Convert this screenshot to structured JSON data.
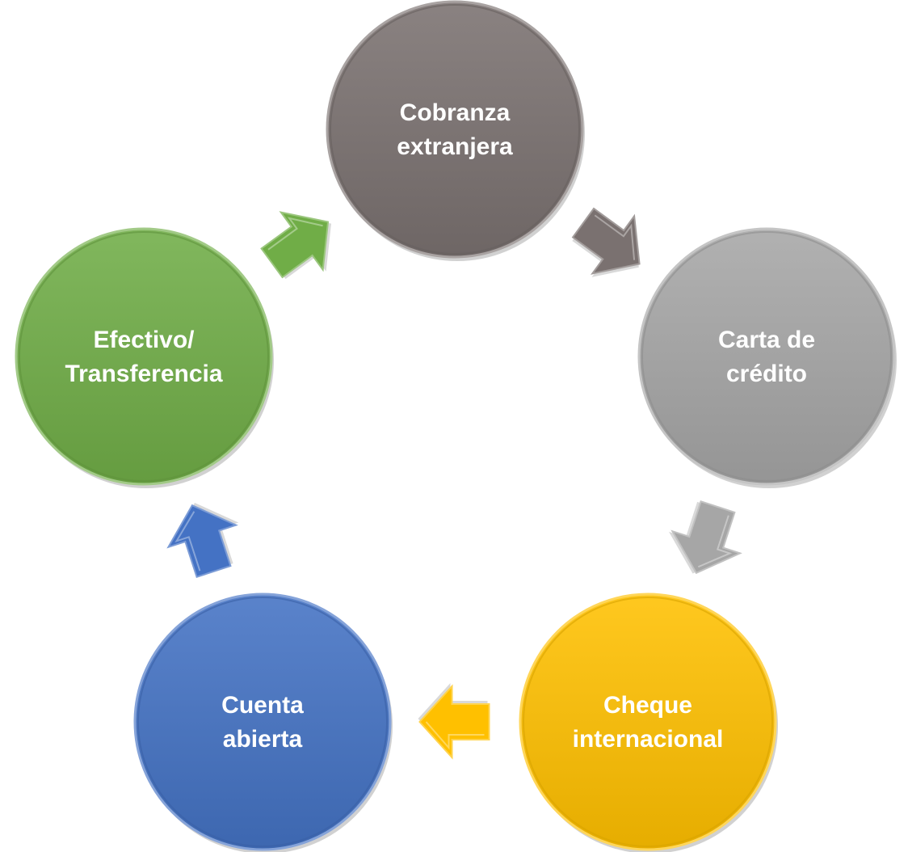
{
  "diagram": {
    "type": "cycle",
    "nodes": [
      {
        "id": "cobranza",
        "lines": [
          "Cobranza",
          "extranjera"
        ],
        "color": "#7a7170"
      },
      {
        "id": "carta",
        "lines": [
          "Carta de",
          "crédito"
        ],
        "color": "#a6a6a6"
      },
      {
        "id": "cheque",
        "lines": [
          "Cheque",
          "internacional"
        ],
        "color": "#ffc000"
      },
      {
        "id": "cuenta",
        "lines": [
          "Cuenta",
          "abierta"
        ],
        "color": "#4472c4"
      },
      {
        "id": "efectivo",
        "lines": [
          "Efectivo/",
          "Transferencia"
        ],
        "color": "#70ad47"
      }
    ],
    "arrows": [
      {
        "from": "cobranza",
        "to": "carta",
        "color": "#7a7170",
        "icon": "arrow-icon"
      },
      {
        "from": "carta",
        "to": "cheque",
        "color": "#a6a6a6",
        "icon": "arrow-icon"
      },
      {
        "from": "cheque",
        "to": "cuenta",
        "color": "#ffc000",
        "icon": "arrow-icon"
      },
      {
        "from": "cuenta",
        "to": "efectivo",
        "color": "#4472c4",
        "icon": "arrow-icon"
      },
      {
        "from": "efectivo",
        "to": "cobranza",
        "color": "#70ad47",
        "icon": "arrow-icon"
      }
    ]
  }
}
